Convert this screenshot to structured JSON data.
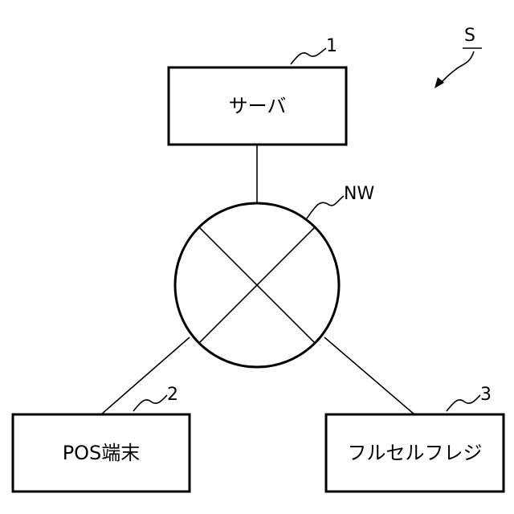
{
  "figure_label": "S",
  "nodes": {
    "server": {
      "label": "サーバ",
      "ref": "1"
    },
    "pos_terminal": {
      "label": "POS端末",
      "ref": "2"
    },
    "full_self_register": {
      "label": "フルセルフレジ",
      "ref": "3"
    }
  },
  "network": {
    "ref": "NW"
  },
  "colors": {
    "stroke": "#000000",
    "background": "#ffffff"
  }
}
